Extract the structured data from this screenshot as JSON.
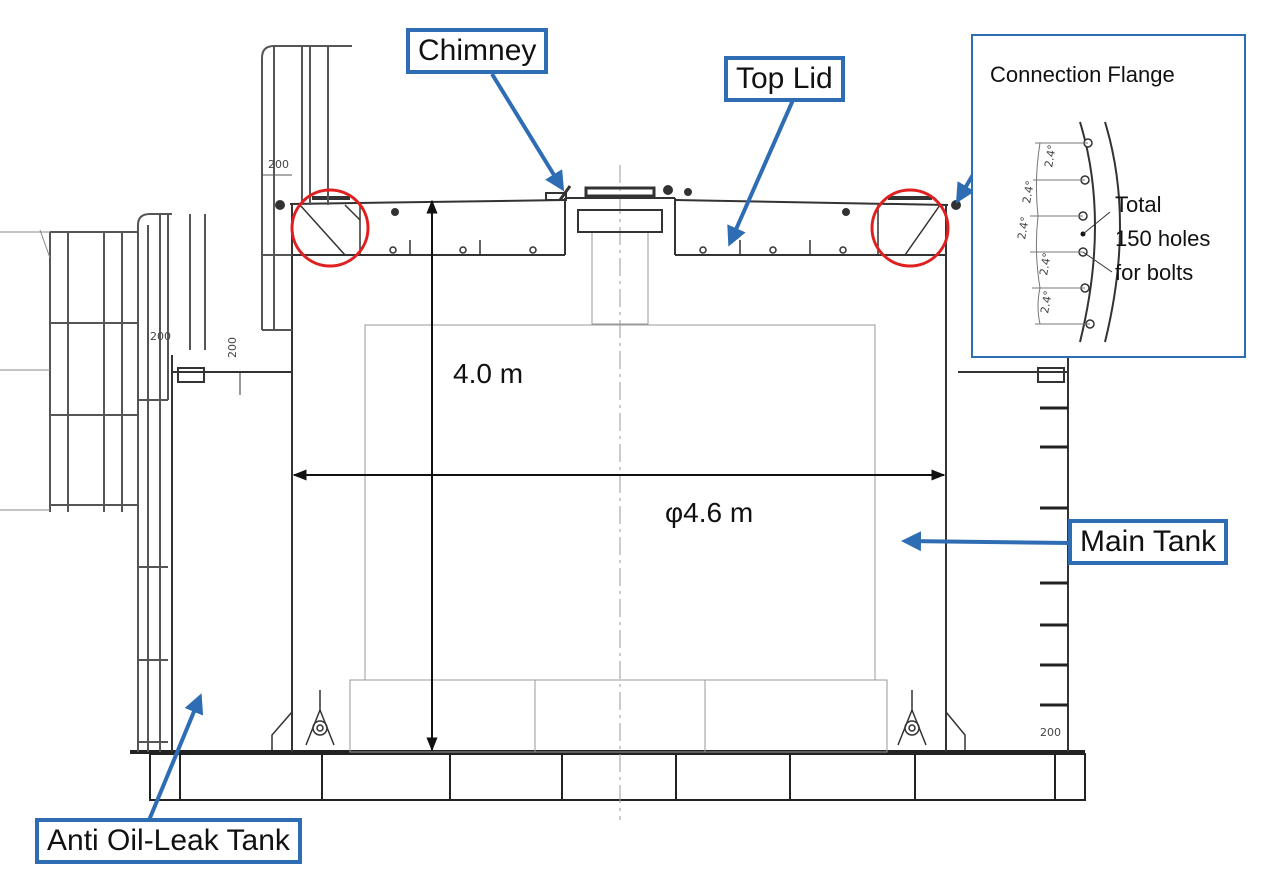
{
  "labels": {
    "chimney": "Chimney",
    "top_lid": "Top Lid",
    "main_tank": "Main Tank",
    "anti_oil_leak_tank": "Anti Oil-Leak Tank"
  },
  "dimensions": {
    "height": "4.0 m",
    "diameter": "φ4.6 m",
    "ladder_spacing": "200"
  },
  "inset": {
    "title": "Connection Flange",
    "note_line1": "Total",
    "note_line2": "150 holes",
    "note_line3": "for bolts",
    "angle": "2.4°"
  },
  "colors": {
    "callout": "#2e6db4",
    "highlight": "#e02020",
    "line": "#333333"
  }
}
